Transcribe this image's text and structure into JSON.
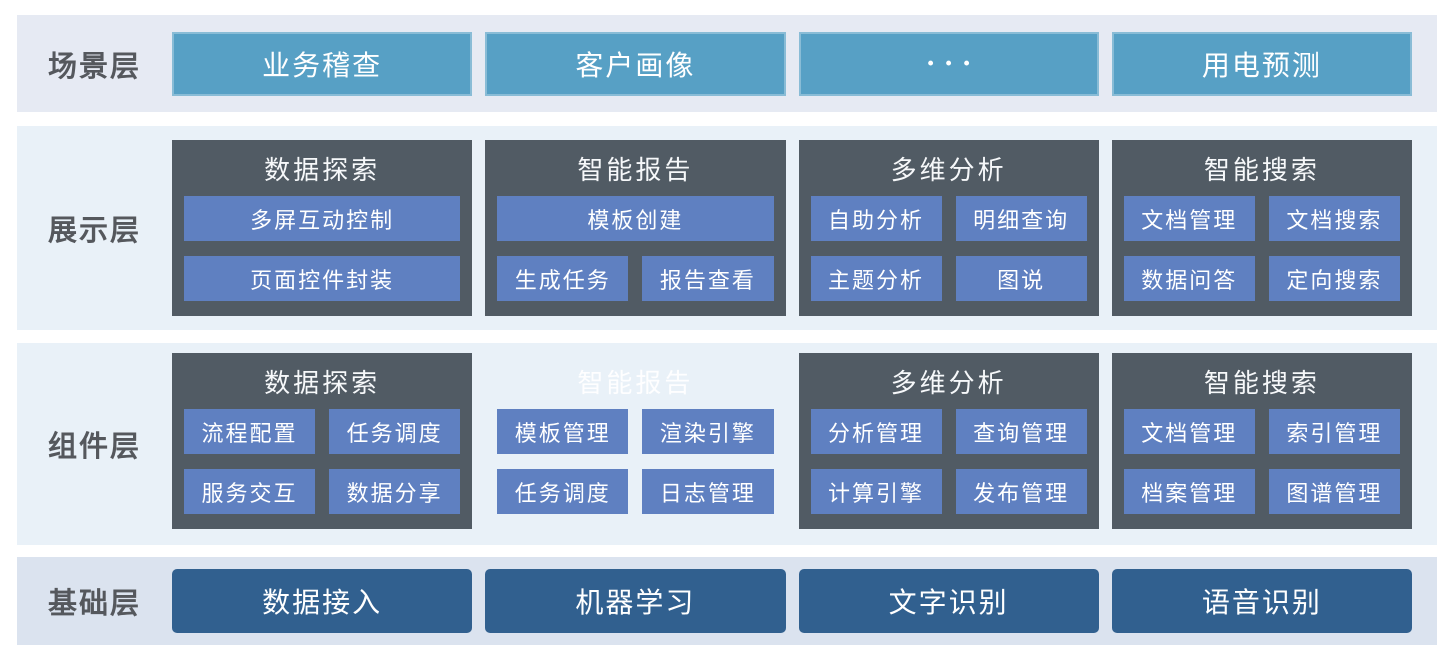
{
  "colors": {
    "band1": "#e6eaf3",
    "band2": "#e9f1f8",
    "band4": "#dbe3ef",
    "teal": "#57a0c5",
    "card": "#515b64",
    "sub": "#5f80c1",
    "base": "#31608f",
    "label": "#55585d"
  },
  "layers": {
    "scenario": {
      "label": "场景层",
      "buttons": [
        "业务稽查",
        "客户画像",
        "···",
        "用电预测"
      ]
    },
    "display": {
      "label": "展示层",
      "cards": [
        {
          "title": "数据探索",
          "items": [
            "多屏互动控制",
            "页面控件封装"
          ]
        },
        {
          "title": "智能报告",
          "items": [
            "模板创建",
            "生成任务",
            "报告查看"
          ]
        },
        {
          "title": "多维分析",
          "items": [
            "自助分析",
            "明细查询",
            "主题分析",
            "图说"
          ]
        },
        {
          "title": "智能搜索",
          "items": [
            "文档管理",
            "文档搜索",
            "数据问答",
            "定向搜索"
          ]
        }
      ]
    },
    "component": {
      "label": "组件层",
      "cards": [
        {
          "title": "数据探索",
          "items": [
            "流程配置",
            "任务调度",
            "服务交互",
            "数据分享"
          ]
        },
        {
          "title": "智能报告",
          "items": [
            "模板管理",
            "渲染引擎",
            "任务调度",
            "日志管理"
          ]
        },
        {
          "title": "多维分析",
          "items": [
            "分析管理",
            "查询管理",
            "计算引擎",
            "发布管理"
          ]
        },
        {
          "title": "智能搜索",
          "items": [
            "文档管理",
            "索引管理",
            "档案管理",
            "图谱管理"
          ]
        }
      ]
    },
    "base": {
      "label": "基础层",
      "buttons": [
        "数据接入",
        "机器学习",
        "文字识别",
        "语音识别"
      ]
    }
  }
}
